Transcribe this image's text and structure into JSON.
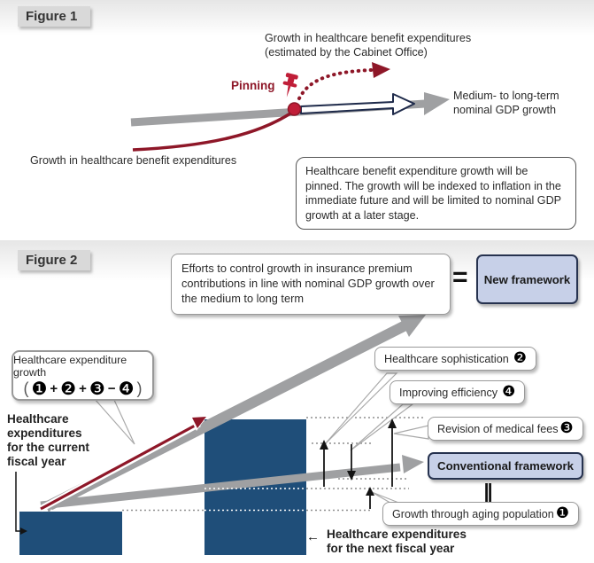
{
  "colors": {
    "dark_red": "#8E1728",
    "pin_red": "#C01E38",
    "arrow_gray": "#9FA0A2",
    "bar_blue": "#1F4E79",
    "box_blue_fill": "#C7D0E8",
    "box_blue_border": "#26324F"
  },
  "figure1": {
    "label": "Figure 1",
    "caption": "Growth in healthcare benefit expenditures\n(estimated by the Cabinet Office)",
    "pinning": "Pinning",
    "gdp_label": "Medium- to long-term\nnominal GDP growth",
    "curve_label": "Growth in healthcare benefit expenditures",
    "note": "Healthcare benefit expenditure growth will be pinned. The growth will be indexed to inflation in the immediate future and will be limited to nominal GDP growth at a later stage."
  },
  "figure2": {
    "label": "Figure 2",
    "efforts": "Efforts to control growth in insurance premium contributions in line with nominal GDP growth over the medium to long term",
    "equals": "=",
    "new_framework": "New framework",
    "bubble_title": "Healthcare expenditure growth",
    "formula": [
      "(",
      "❶",
      "+",
      "❷",
      "+",
      "❸",
      "−",
      "❹",
      ")"
    ],
    "current_fy": "Healthcare\nexpenditures\nfor the current\nfiscal year",
    "sophistication": "Healthcare sophistication",
    "sophistication_num": "❷",
    "efficiency": "Improving efficiency",
    "efficiency_num": "❹",
    "revision": "Revision of medical fees",
    "revision_num": "❸",
    "conventional": "Conventional framework",
    "vertical_equals": "‖",
    "aging": "Growth through aging population",
    "aging_num": "❶",
    "next_fy_arrow": "←",
    "next_fy": "Healthcare expenditures\nfor the next fiscal year"
  }
}
